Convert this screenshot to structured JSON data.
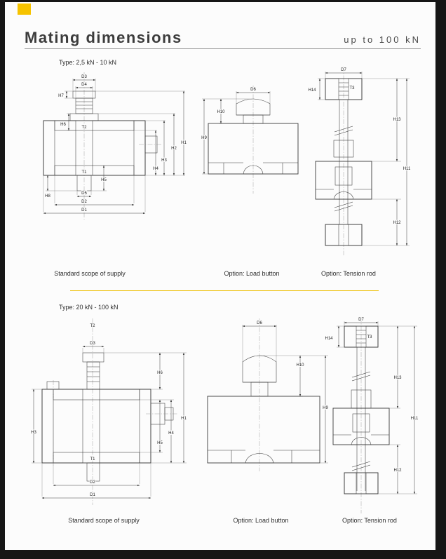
{
  "page": {
    "title": "Mating dimensions",
    "subtitle": "up to 100 kN"
  },
  "sections": [
    {
      "type_label": "Type: 2,5 kN - 10 kN",
      "captions": {
        "standard": "Standard scope of supply",
        "load_button": "Option: Load button",
        "tension_rod": "Option: Tension rod"
      }
    },
    {
      "type_label": "Type: 20 kN - 100 kN",
      "captions": {
        "standard": "Standard scope of supply",
        "load_button": "Option: Load button",
        "tension_rod": "Option: Tension rod"
      }
    }
  ],
  "dims": {
    "D1": "D1",
    "D2": "D2",
    "D3": "D3",
    "D4": "D4",
    "D5": "D5",
    "D6": "D6",
    "D7": "D7",
    "T1": "T1",
    "T2": "T2",
    "T3": "T3",
    "H1": "H1",
    "H2": "H2",
    "H3": "H3",
    "H4": "H4",
    "H5": "H5",
    "H6": "H6",
    "H7": "H7",
    "H8": "H8",
    "H9": "H9",
    "H10": "H10",
    "H11": "H11",
    "H12": "H12",
    "H13": "H13",
    "H14": "H14"
  }
}
